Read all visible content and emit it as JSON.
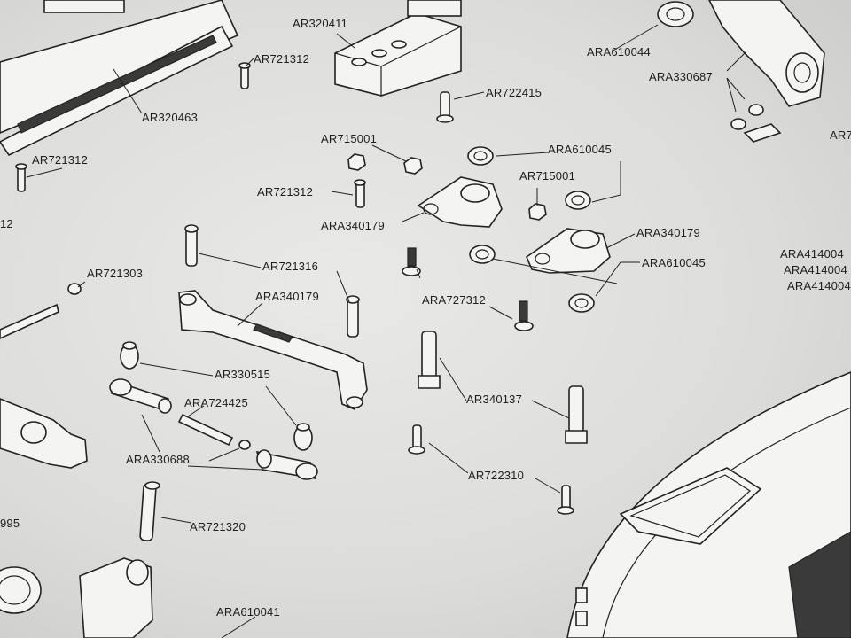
{
  "labels": {
    "ar320411": "AR320411",
    "ar721312_a": "AR721312",
    "ar320463": "AR320463",
    "ar722415": "AR722415",
    "ara610044": "ARA610044",
    "ara330687": "ARA330687",
    "ar721312_b": "AR721312",
    "ar715001_a": "AR715001",
    "ara610045_a": "ARA610045",
    "ar721312_c": "AR721312",
    "ar715001_b": "AR715001",
    "ara340179_a": "ARA340179",
    "ara340179_b": "ARA340179",
    "ar721316": "AR721316",
    "ara610045_b": "ARA610045",
    "ar721303": "AR721303",
    "ara340179_c": "ARA340179",
    "ara727312": "ARA727312",
    "ar330515": "AR330515",
    "ar340137": "AR340137",
    "ara724425": "ARA724425",
    "ara330688": "ARA330688",
    "ar722310": "AR722310",
    "ar721320": "AR721320",
    "ara610041": "ARA610041",
    "edge_12": "12",
    "edge_995": "995",
    "edge_ar7": "AR7",
    "ara414004_a": "ARA414004",
    "ara414004_b": "ARA414004",
    "ara414004_c": "ARA414004"
  }
}
